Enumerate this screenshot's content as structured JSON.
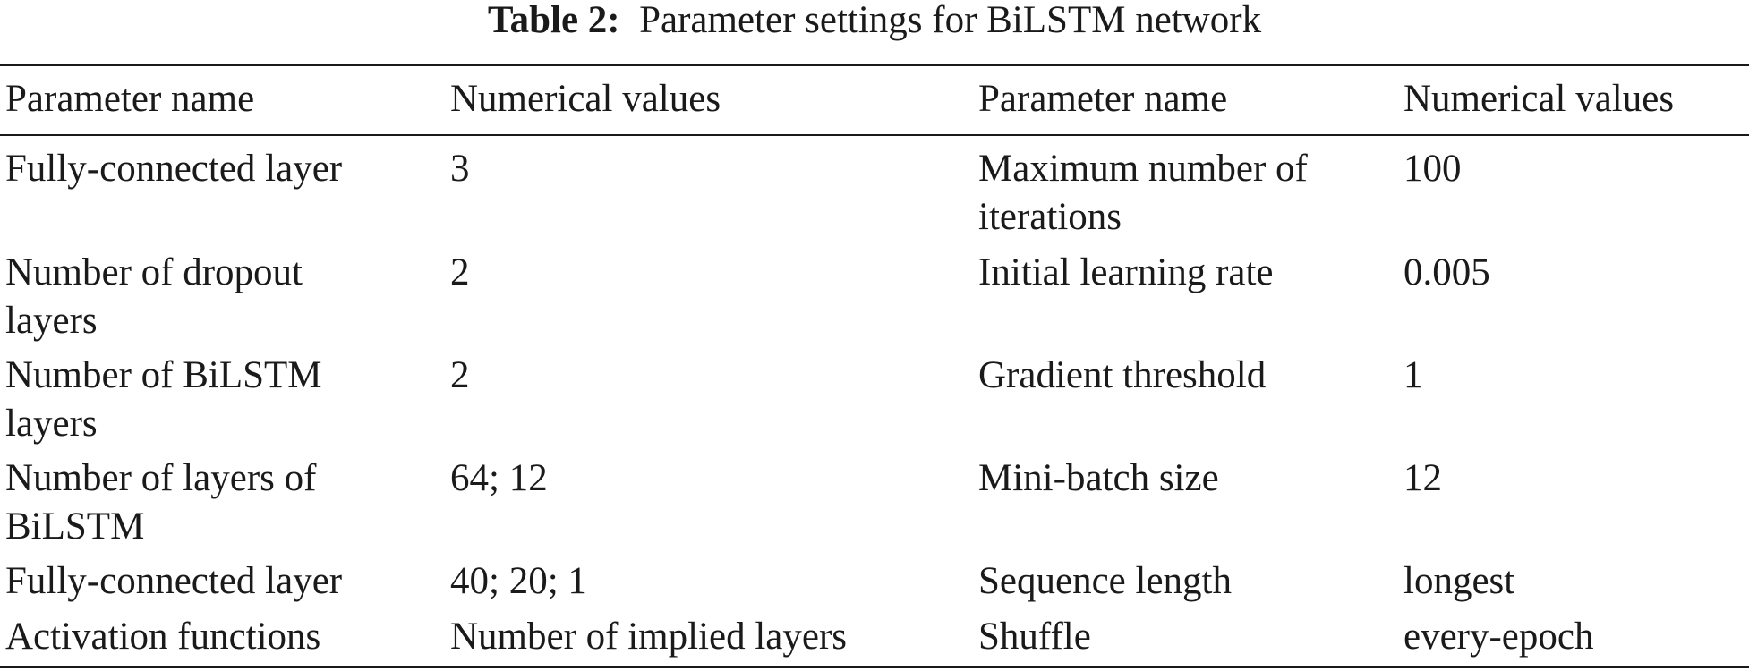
{
  "caption": {
    "label": "Table 2:",
    "text": "Parameter settings for BiLSTM network"
  },
  "header": {
    "col1": "Parameter name",
    "col2": "Numerical values",
    "col3": "Parameter name",
    "col4": "Numerical values"
  },
  "rows": [
    {
      "name1_line1": "Fully-connected layer",
      "name1_line2": "",
      "value1": "3",
      "name2_line1": "Maximum number of",
      "name2_line2": "iterations",
      "value2": "100"
    },
    {
      "name1_line1": "Number of dropout",
      "name1_line2": "layers",
      "value1": "2",
      "name2_line1": "Initial learning rate",
      "name2_line2": "",
      "value2": "0.005"
    },
    {
      "name1_line1": "Number of BiLSTM",
      "name1_line2": "layers",
      "value1": "2",
      "name2_line1": "Gradient threshold",
      "name2_line2": "",
      "value2": "1"
    },
    {
      "name1_line1": "Number of layers of",
      "name1_line2": "BiLSTM",
      "value1": "64; 12",
      "name2_line1": "Mini-batch size",
      "name2_line2": "",
      "value2": "12"
    },
    {
      "name1_line1": "Fully-connected layer",
      "name1_line2": "",
      "value1": "40; 20; 1",
      "name2_line1": "Sequence length",
      "name2_line2": "",
      "value2": "longest"
    },
    {
      "name1_line1": "Activation functions",
      "name1_line2": "",
      "value1": "Number of implied layers",
      "name2_line1": "Shuffle",
      "name2_line2": "",
      "value2": "every-epoch"
    }
  ]
}
